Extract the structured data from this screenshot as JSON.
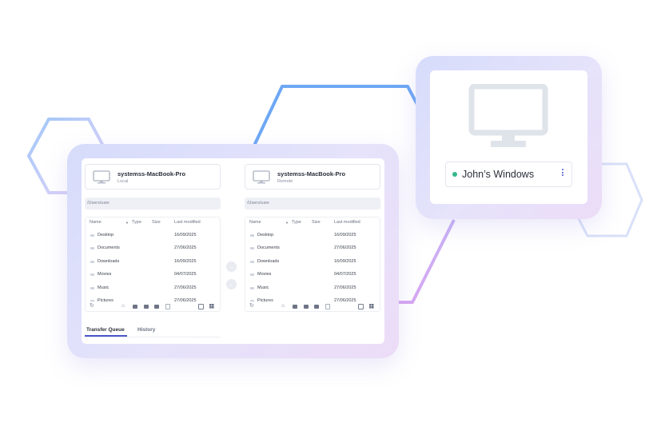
{
  "colors": {
    "accent": "#4a56c9",
    "online": "#35b98a",
    "hex_blue": "#7fb3f5",
    "hex_violet": "#c9a6f2"
  },
  "panels": {
    "left": {
      "host_name": "systemss-MacBook-Pro",
      "host_sub": "Local",
      "path": "/Users/user",
      "columns": {
        "name": "Name",
        "type": "Type",
        "size": "Size",
        "modified": "Last modified"
      },
      "rows": [
        {
          "name": "Desktop",
          "modified": "16/09/2025"
        },
        {
          "name": "Documents",
          "modified": "27/06/2025"
        },
        {
          "name": "Downloads",
          "modified": "16/09/2025"
        },
        {
          "name": "Movies",
          "modified": "04/07/2025"
        },
        {
          "name": "Music",
          "modified": "27/06/2025"
        },
        {
          "name": "Pictures",
          "modified": "27/06/2025"
        }
      ]
    },
    "right": {
      "host_name": "systemss-MacBook-Pro",
      "host_sub": "Remote",
      "path": "/Users/user",
      "columns": {
        "name": "Name",
        "type": "Type",
        "size": "Size",
        "modified": "Last modified"
      },
      "rows": [
        {
          "name": "Desktop",
          "modified": "16/09/2025"
        },
        {
          "name": "Documents",
          "modified": "27/06/2025"
        },
        {
          "name": "Downloads",
          "modified": "16/09/2025"
        },
        {
          "name": "Movies",
          "modified": "04/07/2025"
        },
        {
          "name": "Music",
          "modified": "27/06/2025"
        },
        {
          "name": "Pictures",
          "modified": "27/06/2025"
        }
      ]
    }
  },
  "transfer_buttons": {
    "to_remote": "→",
    "to_local": "←"
  },
  "tabs": {
    "queue": "Transfer Queue",
    "history": "History"
  },
  "remote_card": {
    "device_name": "John’s Windows"
  },
  "icons": [
    "monitor-icon",
    "refresh-icon",
    "home-icon",
    "folder-icon",
    "new-folder-icon",
    "upload-icon",
    "delete-icon",
    "copy-icon",
    "grid-icon",
    "kebab-icon"
  ]
}
